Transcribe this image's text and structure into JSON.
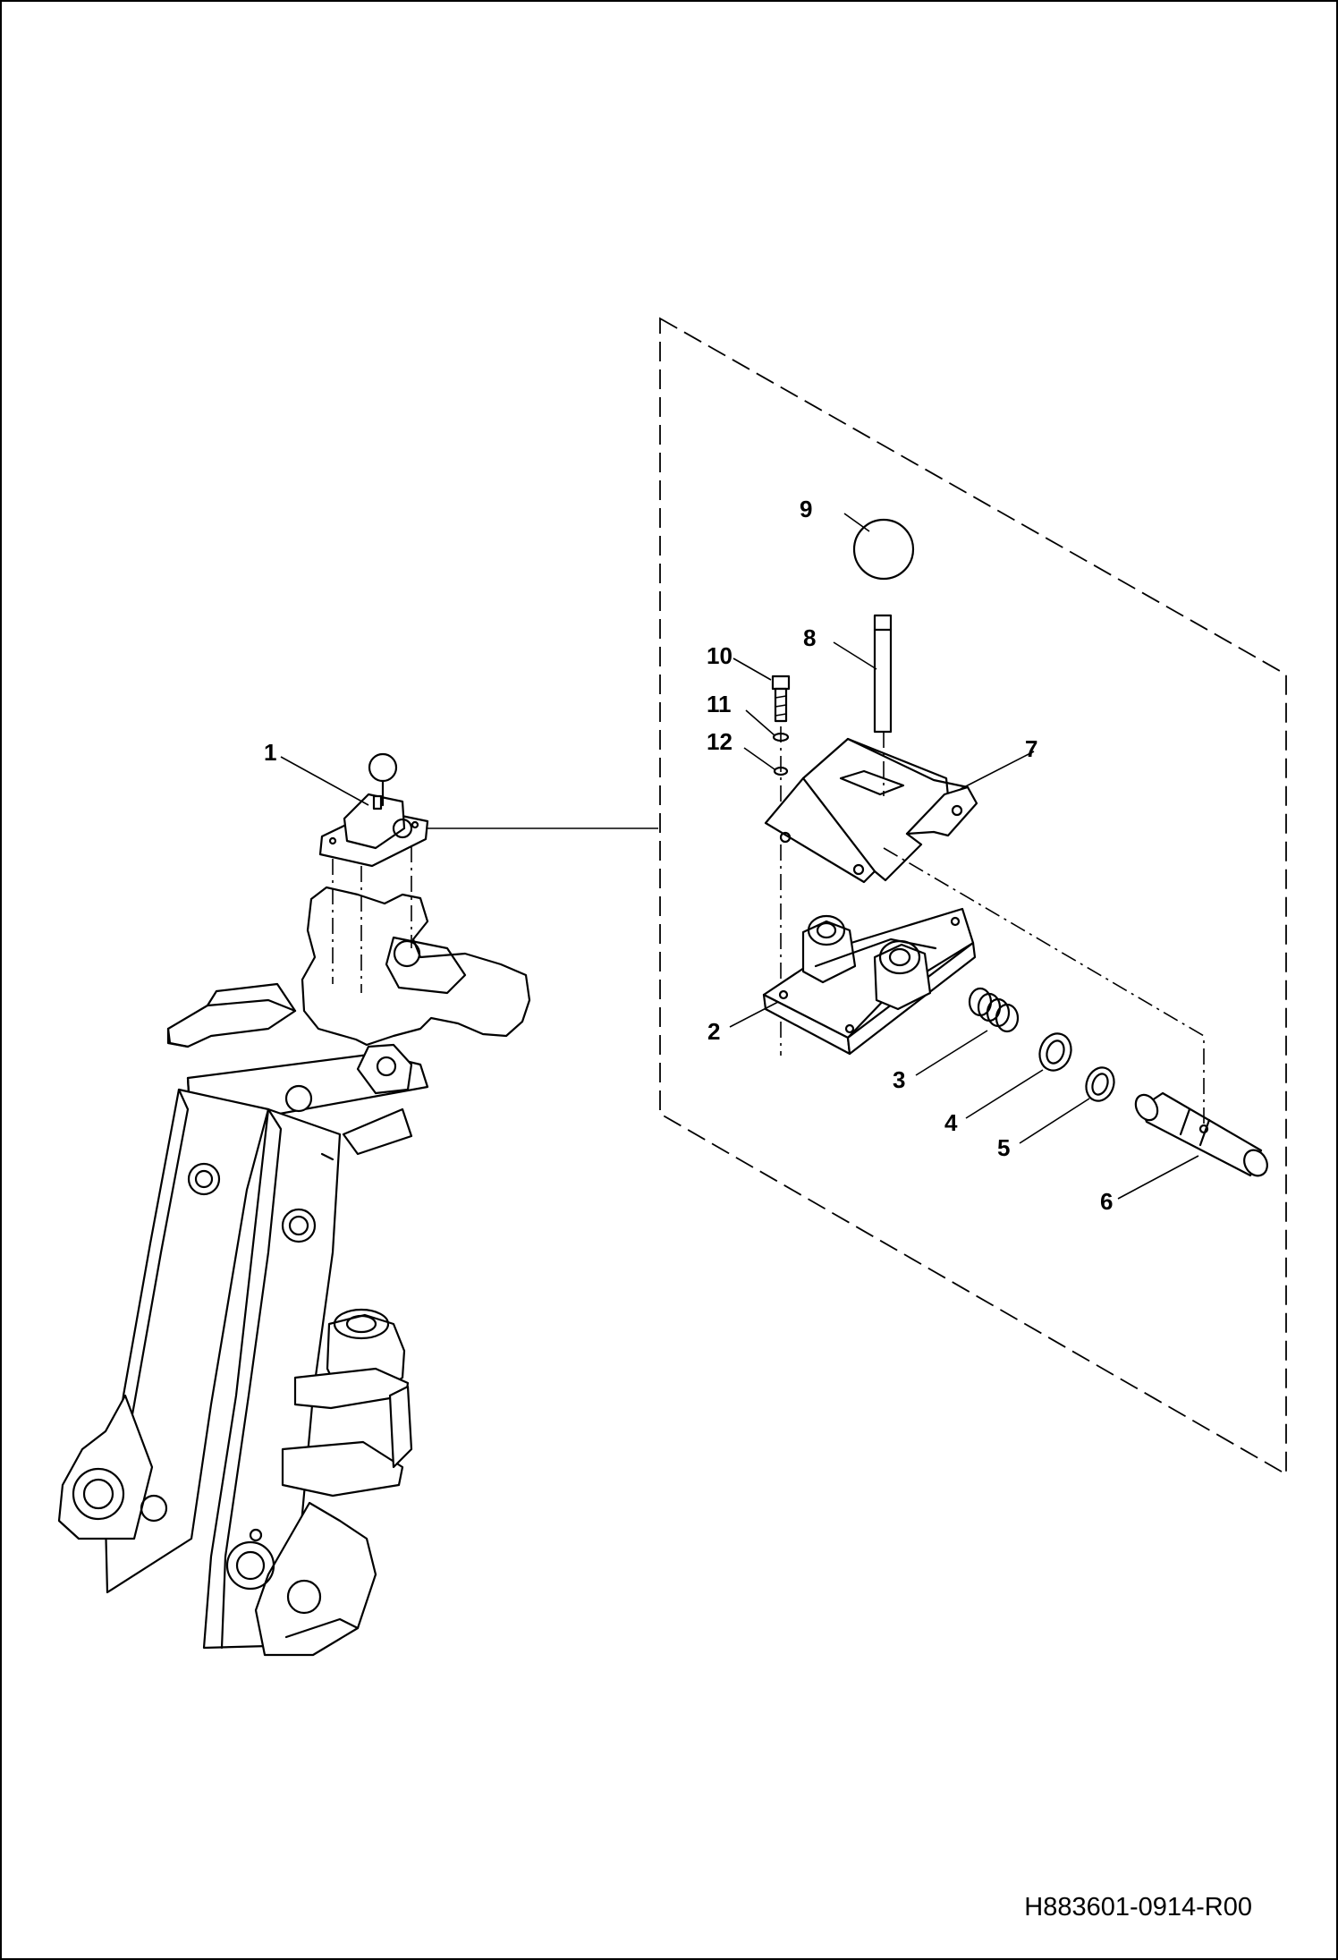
{
  "drawing": {
    "document_number": "H883601-0914-R00",
    "callouts": [
      "1",
      "2",
      "3",
      "4",
      "5",
      "6",
      "7",
      "8",
      "9",
      "10",
      "11",
      "12"
    ]
  }
}
